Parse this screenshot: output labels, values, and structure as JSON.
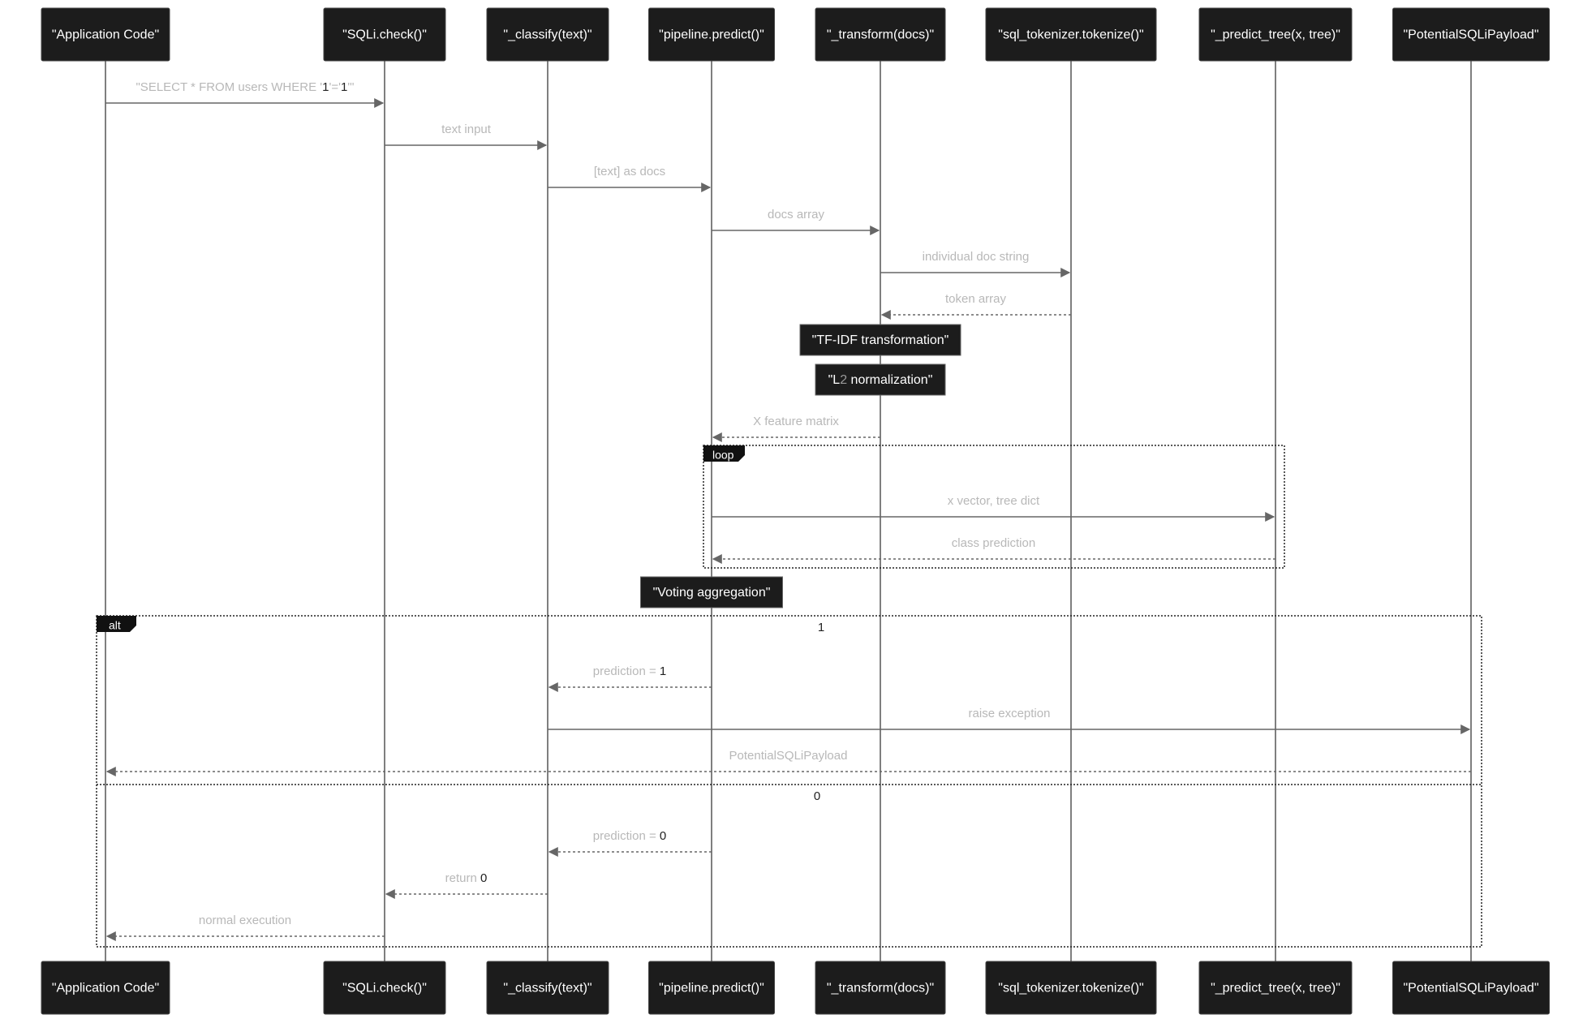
{
  "participants": [
    "\"Application Code\"",
    "\"SQLi.check()\"",
    "\"_classify(text)\"",
    "\"pipeline.predict()\"",
    "\"_transform(docs)\"",
    "\"sql_tokenizer.tokenize()\"",
    "\"_predict_tree(x, tree)\"",
    "\"PotentialSQLiPayload\""
  ],
  "messages": [
    {
      "from": 0,
      "to": 1,
      "style": "solid",
      "text": "\"SELECT * FROM users WHERE '1'='1'\""
    },
    {
      "from": 1,
      "to": 2,
      "style": "solid",
      "text": "text input"
    },
    {
      "from": 2,
      "to": 3,
      "style": "solid",
      "text": "[text] as docs"
    },
    {
      "from": 3,
      "to": 4,
      "style": "solid",
      "text": "docs array"
    },
    {
      "from": 4,
      "to": 5,
      "style": "solid",
      "text": "individual doc string"
    },
    {
      "from": 5,
      "to": 4,
      "style": "dashed",
      "text": "token array"
    },
    {
      "from": 4,
      "to": 3,
      "style": "dashed",
      "text": "X feature matrix"
    },
    {
      "from": 3,
      "to": 6,
      "style": "solid",
      "text": "x vector, tree dict"
    },
    {
      "from": 6,
      "to": 3,
      "style": "dashed",
      "text": "class prediction"
    },
    {
      "from": 3,
      "to": 2,
      "style": "dashed",
      "text": "prediction = 1"
    },
    {
      "from": 2,
      "to": 7,
      "style": "solid",
      "text": "raise exception"
    },
    {
      "from": 7,
      "to": 0,
      "style": "dashed",
      "text": "PotentialSQLiPayload"
    },
    {
      "from": 3,
      "to": 2,
      "style": "dashed",
      "text": "prediction = 0"
    },
    {
      "from": 2,
      "to": 1,
      "style": "dashed",
      "text": "return 0"
    },
    {
      "from": 1,
      "to": 0,
      "style": "dashed",
      "text": "normal execution"
    }
  ],
  "notes": [
    {
      "over": 4,
      "text": "\"TF-IDF transformation\""
    },
    {
      "over": 4,
      "text": "\"L2 normalization\""
    },
    {
      "over": 3,
      "text": "\"Voting aggregation\""
    }
  ],
  "frames": {
    "loop": {
      "label": "loop",
      "condition": ""
    },
    "alt": {
      "label": "alt",
      "condition_1": "1",
      "condition_2": "0"
    }
  }
}
